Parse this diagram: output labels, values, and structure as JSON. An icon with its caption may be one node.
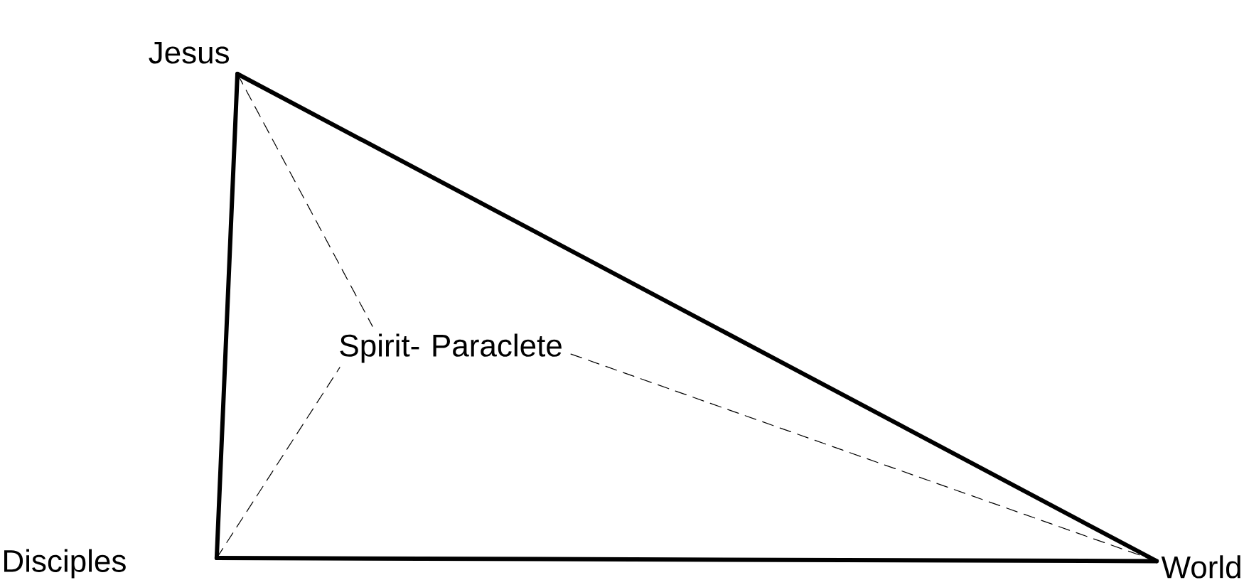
{
  "diagram": {
    "nodes": [
      {
        "text": [
          "Jesus"
        ]
      },
      {
        "text": [
          "Disciples"
        ]
      },
      {
        "text": [
          "World"
        ]
      },
      {
        "text": [
          "Spirit- Paraclete"
        ]
      }
    ],
    "edges": [
      {
        "from": 0,
        "to": 1,
        "arrow": "none",
        "style": "thick"
      },
      {
        "from": 1,
        "to": 2,
        "arrow": "none",
        "style": "thick"
      },
      {
        "from": 0,
        "to": 2,
        "arrow": "none",
        "style": "thick"
      },
      {
        "from": 0,
        "to": 3,
        "arrow": "none",
        "style": "dashed"
      },
      {
        "from": 1,
        "to": 3,
        "arrow": "none",
        "style": "dashed"
      },
      {
        "from": 2,
        "to": 3,
        "arrow": "none",
        "style": "dashed"
      }
    ]
  }
}
